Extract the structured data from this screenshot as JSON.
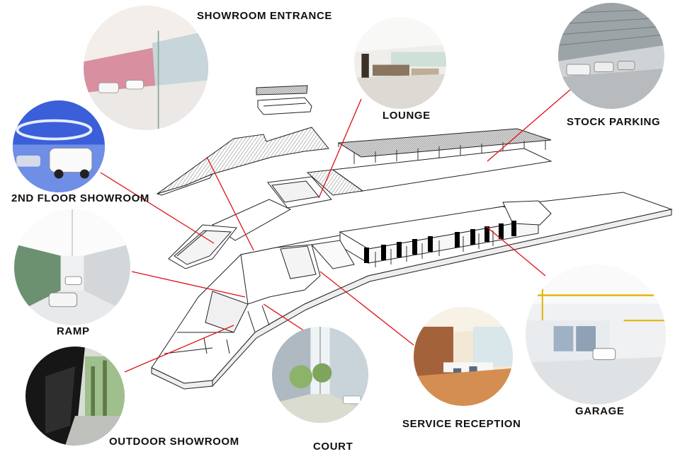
{
  "accent_color": "#e0101a",
  "callouts": [
    {
      "id": "showroom-entrance",
      "label": "SHOWROOM ENTRANCE",
      "icon": "showroom-entrance-photo"
    },
    {
      "id": "lounge",
      "label": "LOUNGE",
      "icon": "lounge-photo"
    },
    {
      "id": "stock-parking",
      "label": "STOCK PARKING",
      "icon": "stock-parking-photo"
    },
    {
      "id": "2nd-floor-showroom",
      "label": "2ND FLOOR SHOWROOM",
      "icon": "2nd-floor-showroom-photo"
    },
    {
      "id": "ramp",
      "label": "RAMP",
      "icon": "ramp-photo"
    },
    {
      "id": "outdoor-showroom",
      "label": "OUTDOOR SHOWROOM",
      "icon": "outdoor-showroom-photo"
    },
    {
      "id": "court",
      "label": "COURT",
      "icon": "court-photo"
    },
    {
      "id": "service-reception",
      "label": "SERVICE RECEPTION",
      "icon": "service-reception-photo"
    },
    {
      "id": "garage",
      "label": "GARAGE",
      "icon": "garage-photo"
    }
  ]
}
